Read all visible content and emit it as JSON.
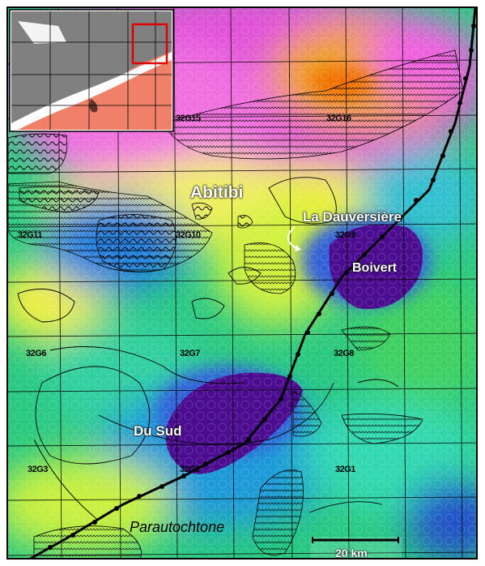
{
  "sheets": [
    "32G15",
    "32G16",
    "32G11",
    "32G10",
    "32G9",
    "32G6",
    "32G7",
    "32G8",
    "32G3",
    "32G2",
    "32G1"
  ],
  "places": {
    "abitibi": "Abitibi",
    "la_dauversiere": "La Dauversière",
    "boivert": "Boivert",
    "du_sud": "Du Sud",
    "parautochtone": "Parautochtone"
  },
  "scale": {
    "label": "20 km"
  },
  "colors": {
    "deep_purple": "#4B0C8F",
    "magenta": "#E040D0",
    "orange": "#F07000",
    "yellow": "#F0F000",
    "green": "#30D070",
    "cyan": "#20B8D8",
    "blue": "#2050D0",
    "inset_grey": "#808080",
    "inset_orange": "#F0806A",
    "inset_red_box": "#E00000"
  },
  "icons": {
    "arrow": "curved-arrow-icon",
    "fault": "thrust-fault-triangles"
  }
}
